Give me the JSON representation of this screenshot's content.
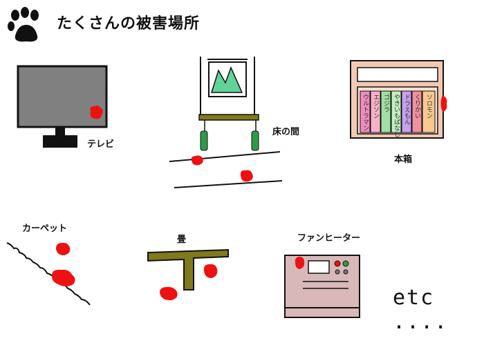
{
  "title": "たくさんの被害場所",
  "colors": {
    "damage": "#ee1111",
    "tv_screen": "#808080",
    "tatami_border": "#807a1c",
    "heater_body": "#d8b8b8",
    "scroll_mountain": "#5fd39a"
  },
  "icons": [
    "paw-icon"
  ],
  "items": {
    "tv": {
      "label": "テレビ"
    },
    "tokonoma": {
      "label": "床の間"
    },
    "bookshelf": {
      "label": "本箱",
      "books": [
        "ウルトラマン",
        "エジソン",
        "ゴジラ",
        "やきいもばなし",
        "ドラえもん",
        "くりかい",
        "ソロモン"
      ]
    },
    "carpet": {
      "label": "カーペット"
    },
    "tatami": {
      "label": "畳"
    },
    "fan_heater": {
      "label": "ファンヒーター"
    }
  },
  "etc_text": "etc ...."
}
